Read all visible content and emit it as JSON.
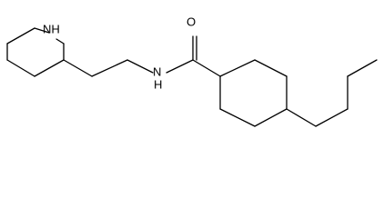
{
  "structure": {
    "atoms": {
      "piperidine_n": "NH",
      "amide_n": "H",
      "amide_n_symbol": "N",
      "carbonyl_o": "O"
    },
    "colors": {
      "bond": "#000000",
      "label": "#000000",
      "background": "#ffffff"
    }
  }
}
